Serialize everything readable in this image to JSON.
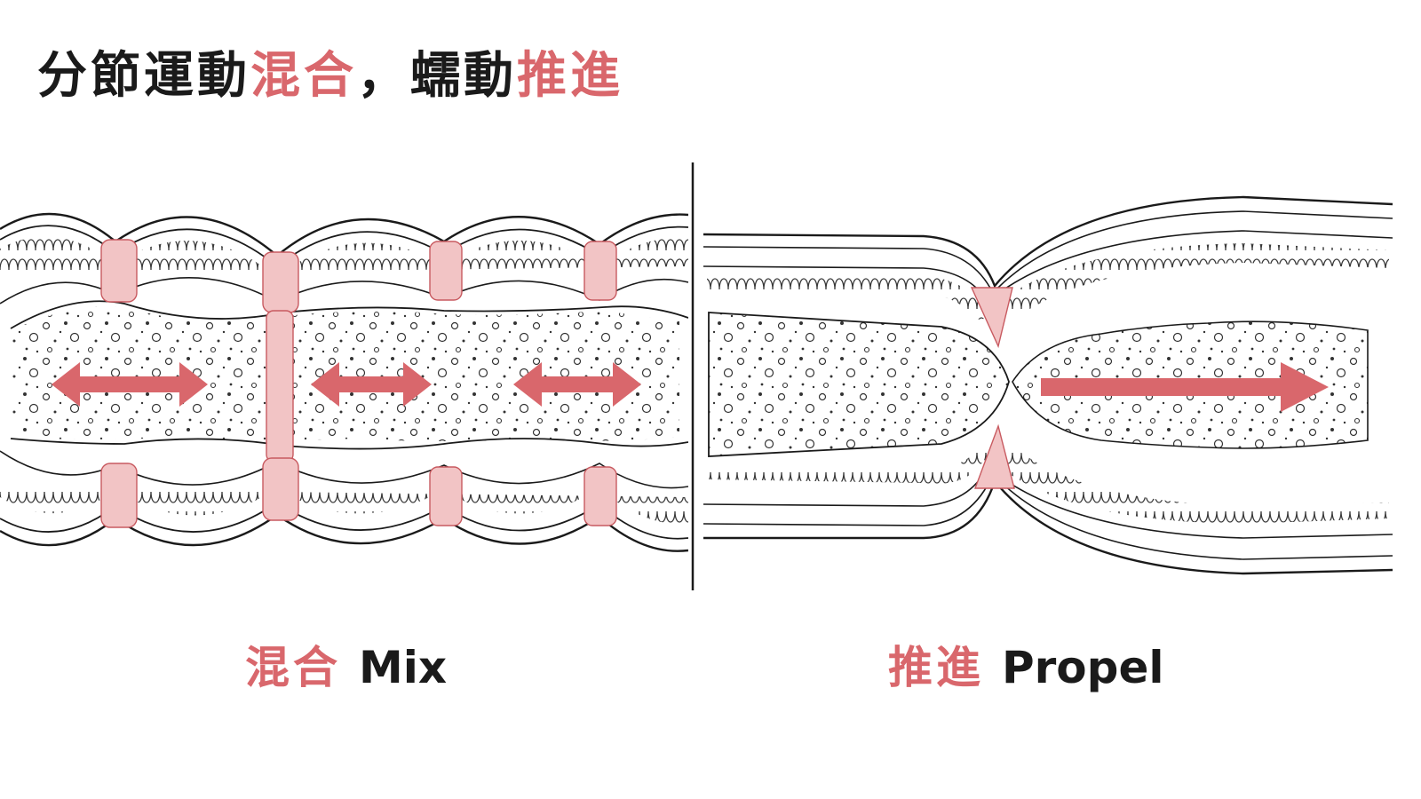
{
  "title": {
    "part1": "分節運動",
    "part2": "混合",
    "part3": "，蠕動",
    "part4": "推進"
  },
  "panels": {
    "mix": {
      "zh": "混合",
      "en": "Mix"
    },
    "propel": {
      "zh": "推進",
      "en": "Propel"
    }
  },
  "colors": {
    "accent": "#d9676c",
    "muscle": "#e8a4a6",
    "outline": "#1a1a1a"
  }
}
